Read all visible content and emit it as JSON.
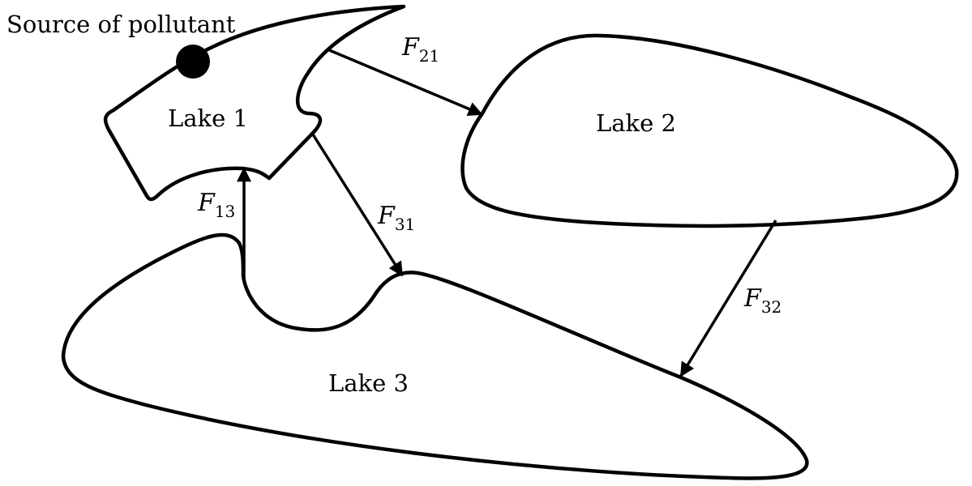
{
  "title": "Three-lake pollutant flow diagram",
  "source_label": "Source of pollutant",
  "lakes": [
    {
      "id": "lake1",
      "label": "Lake 1"
    },
    {
      "id": "lake2",
      "label": "Lake 2"
    },
    {
      "id": "lake3",
      "label": "Lake 3"
    }
  ],
  "flows": [
    {
      "id": "F21",
      "symbol": "F",
      "subscript": "21",
      "from": "Lake 1",
      "to": "Lake 2"
    },
    {
      "id": "F31",
      "symbol": "F",
      "subscript": "31",
      "from": "Lake 1",
      "to": "Lake 3"
    },
    {
      "id": "F13",
      "symbol": "F",
      "subscript": "13",
      "from": "Lake 3",
      "to": "Lake 1"
    },
    {
      "id": "F32",
      "symbol": "F",
      "subscript": "32",
      "from": "Lake 2",
      "to": "Lake 3"
    }
  ],
  "colors": {
    "stroke": "#000000",
    "background": "#ffffff"
  }
}
